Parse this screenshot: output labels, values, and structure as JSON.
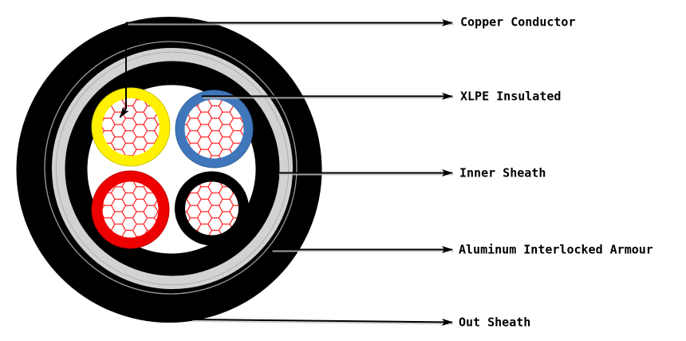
{
  "figure": {
    "type": "cable-cross-section-diagram",
    "callouts": [
      {
        "label": "Copper Conductor"
      },
      {
        "label": "XLPE Insulated"
      },
      {
        "label": "Inner Sheath"
      },
      {
        "label": "Aluminum Interlocked Armour"
      },
      {
        "label": "Out Sheath"
      }
    ],
    "layers": [
      {
        "name": "Out Sheath",
        "color_hex": "#000000"
      },
      {
        "name": "Aluminum Interlocked Armour",
        "color_hex": "#D2D2D2"
      },
      {
        "name": "Inner Sheath",
        "color_hex": "#000000"
      },
      {
        "name": "XLPE Insulated",
        "color_hex": "mixed (yellow/blue/red/black)"
      },
      {
        "name": "Copper Conductor",
        "color_hex": "#FF1F1F hex mesh on white"
      }
    ],
    "cores": [
      {
        "position": "top-left",
        "insulation_color_hex": "#FFF100"
      },
      {
        "position": "top-right",
        "insulation_color_hex": "#4077BB"
      },
      {
        "position": "bottom-left",
        "insulation_color_hex": "#EE0000"
      },
      {
        "position": "bottom-right",
        "insulation_color_hex": "#000000"
      }
    ],
    "colors": {
      "sheath_black": "#000000",
      "armour_gray": "#D2D2D2",
      "mesh_red": "#FF1F1F",
      "line_black": "#000000",
      "background": "#FFFFFF"
    }
  }
}
